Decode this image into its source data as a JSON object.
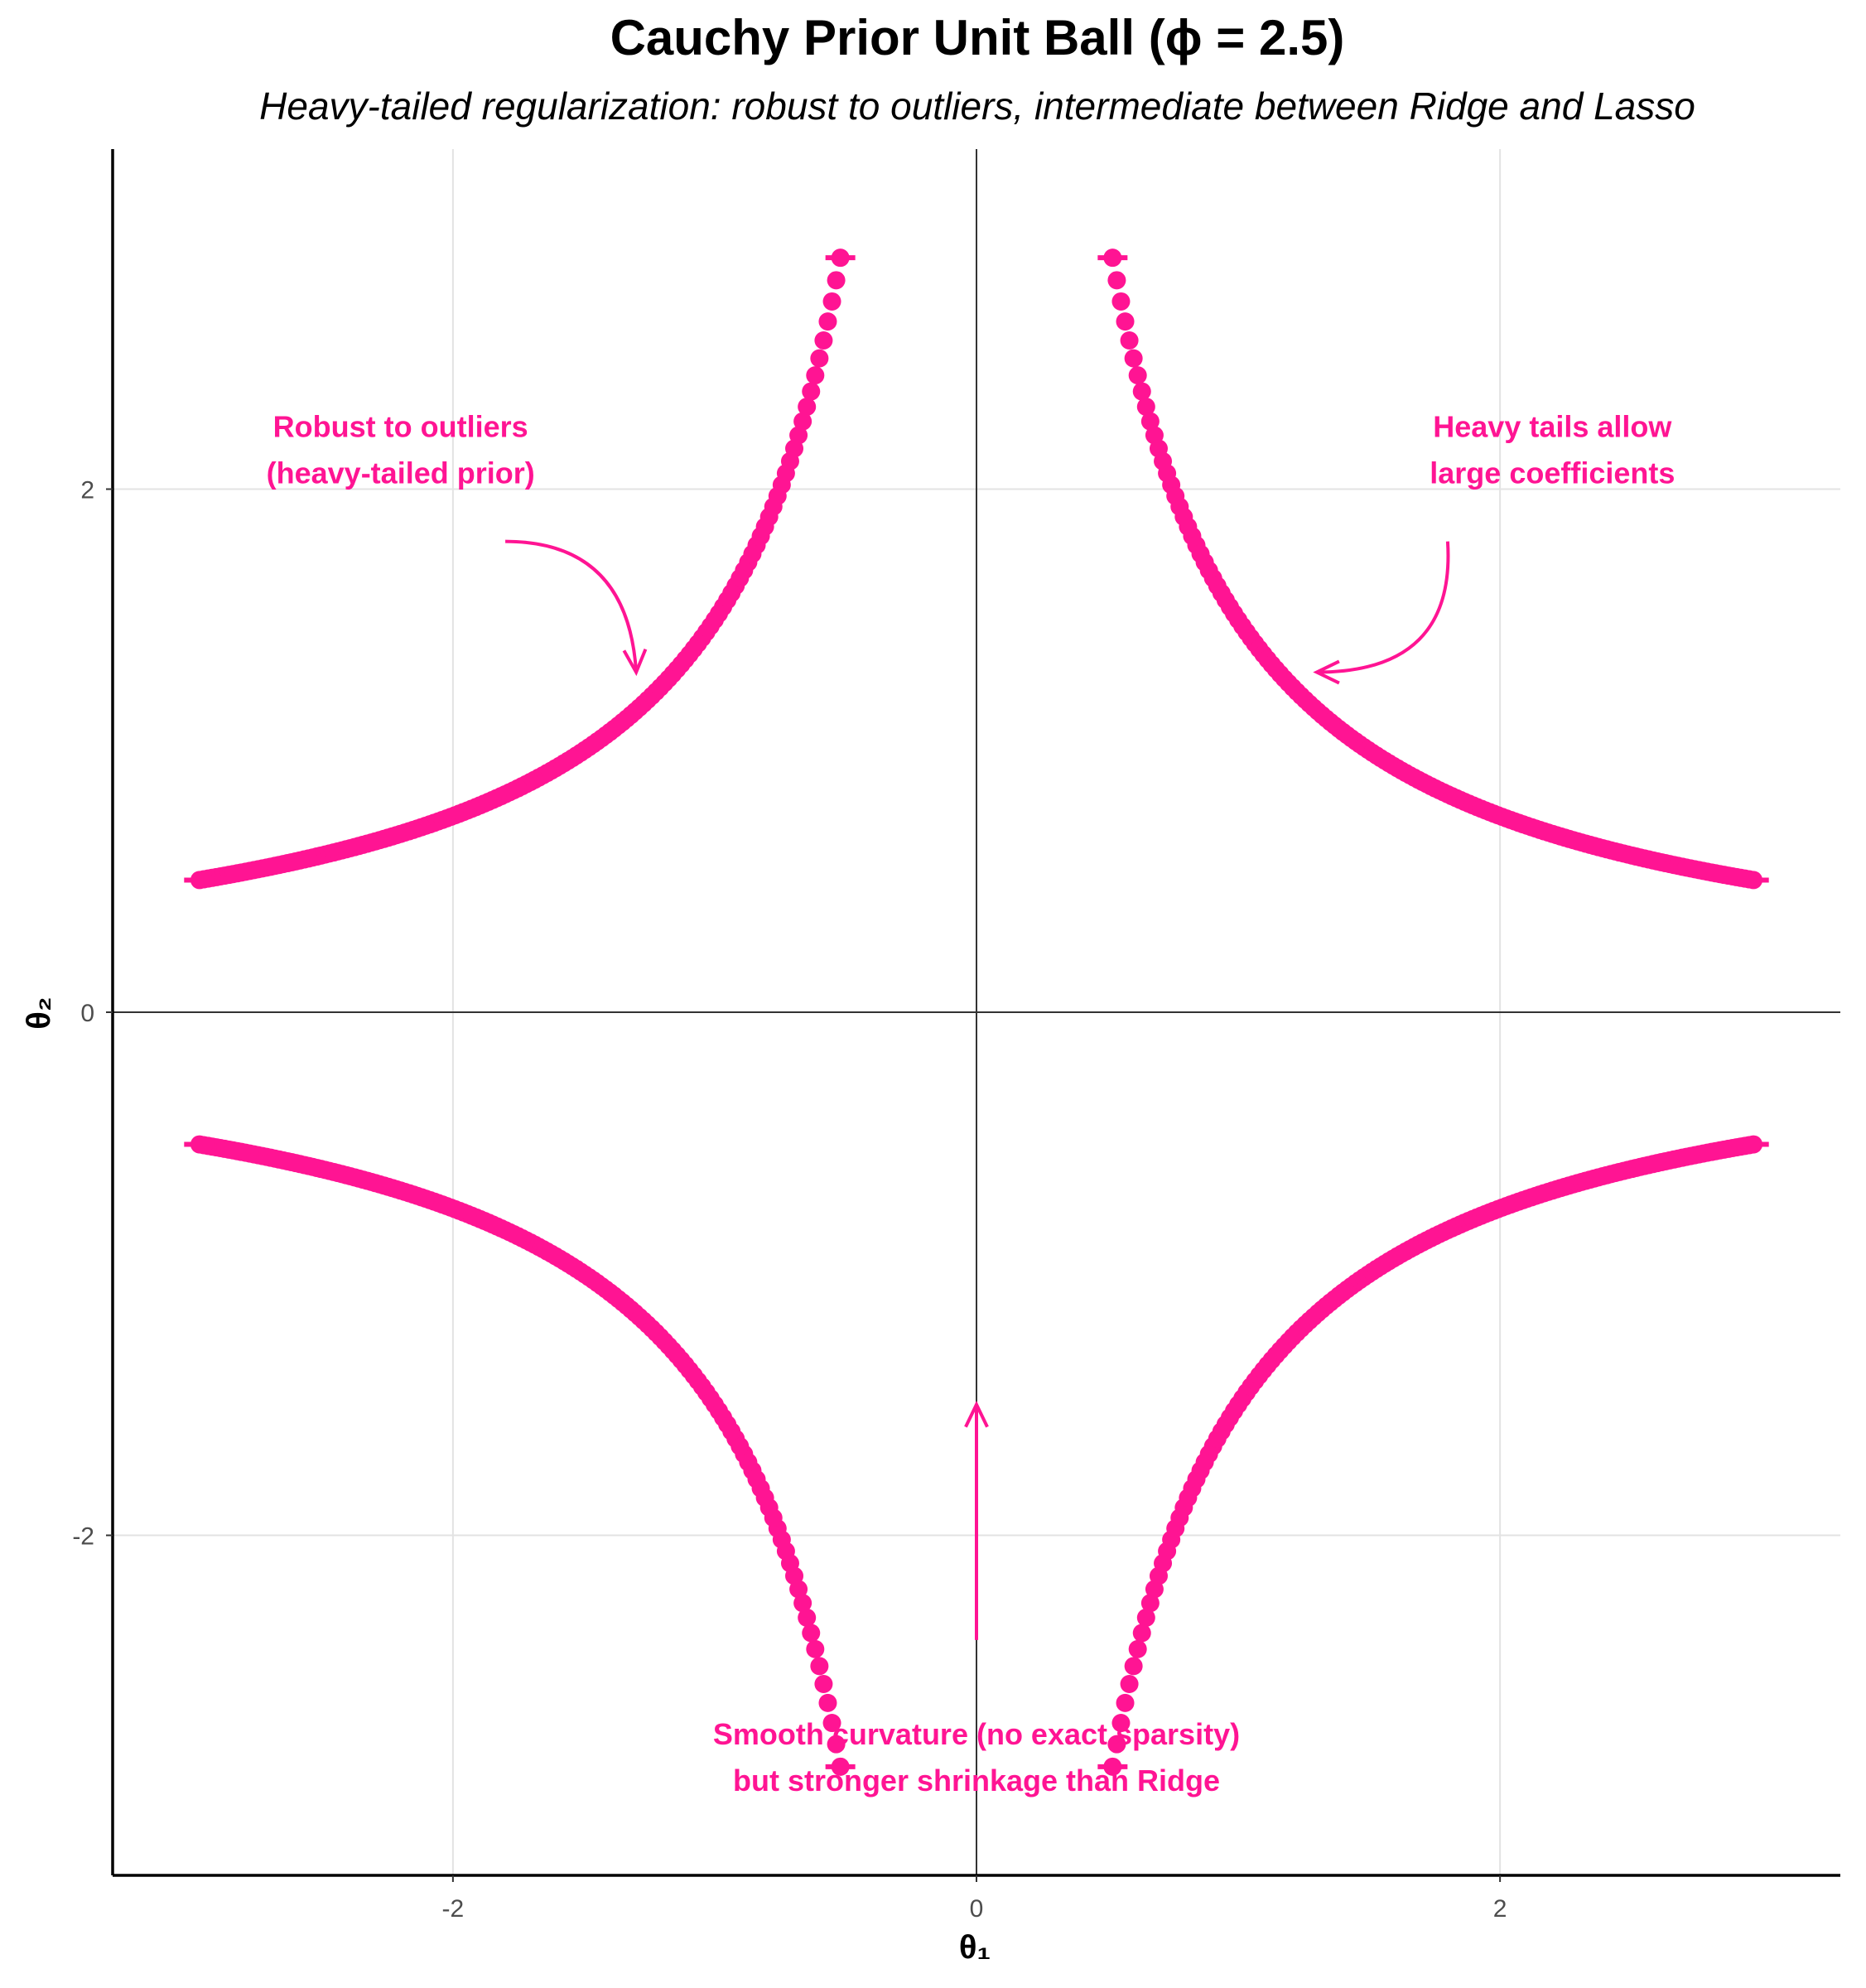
{
  "chart_data": {
    "type": "scatter",
    "title": "Cauchy Prior Unit Ball (ϕ = 2.5)",
    "subtitle": "Heavy-tailed regularization: robust to outliers, intermediate between Ridge and Lasso",
    "xlabel": "θ₁",
    "ylabel": "θ₂",
    "xlim": [
      -3.3,
      3.3
    ],
    "ylim": [
      -3.3,
      3.3
    ],
    "x_ticks": [
      -2,
      0,
      2
    ],
    "x_tick_labels": [
      "-2",
      "0",
      "2"
    ],
    "y_ticks": [
      -2,
      0,
      2
    ],
    "y_tick_labels": [
      "-2",
      "0",
      "2"
    ],
    "grid": true,
    "legend": "none",
    "series_color": "#FF1493",
    "phi": 2.5,
    "t_range": [
      0.52,
      2.97
    ],
    "t_step": 0.016,
    "annotations": [
      {
        "lines": [
          "Robust to outliers",
          "(heavy-tailed prior)"
        ],
        "x": -2.2,
        "y": 2.2,
        "arrow_from": [
          -1.8,
          1.8
        ],
        "arrow_to": [
          -1.3,
          1.3
        ],
        "arrow_curvature": "clockwise"
      },
      {
        "lines": [
          "Heavy tails allow",
          "large coefficients"
        ],
        "x": 2.2,
        "y": 2.2,
        "arrow_from": [
          1.8,
          1.8
        ],
        "arrow_to": [
          1.3,
          1.3
        ],
        "arrow_curvature": "counterclockwise"
      },
      {
        "lines": [
          "Smooth curvature (no exact sparsity)",
          "but stronger shrinkage than Ridge"
        ],
        "x": 0,
        "y": -2.8,
        "arrow_from": [
          0,
          -2.4
        ],
        "arrow_to": [
          0,
          -1.5
        ],
        "arrow_curvature": "none"
      }
    ]
  }
}
